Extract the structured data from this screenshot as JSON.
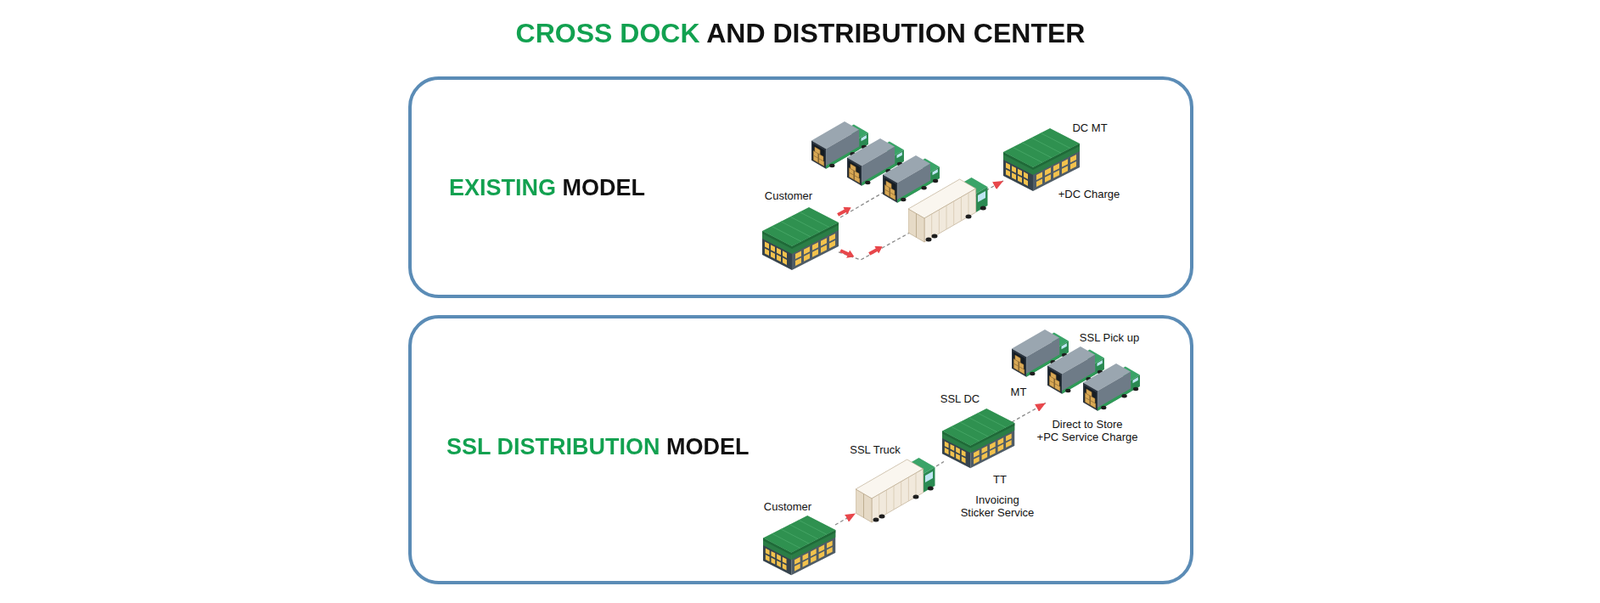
{
  "diagram": {
    "title": "CROSS DOCK AND DISTRIBUTION CENTER",
    "nodes": [
      {
        "text": [
          "EXISTING MODEL"
        ]
      },
      {
        "text": [
          "Customer"
        ],
        "in": 0
      },
      {
        "text": [
          "DC MT",
          "+DC Charge"
        ],
        "in": 0
      },
      {
        "text": [
          "SSL DISTRIBUTION MODEL"
        ]
      },
      {
        "text": [
          "Customer"
        ],
        "in": 3
      },
      {
        "text": [
          "SSL Truck"
        ],
        "in": 3
      },
      {
        "text": [
          "SSL DC",
          "TT",
          "Invoicing",
          "Sticker Service"
        ],
        "in": 3
      },
      {
        "text": [
          "SSL Pick up",
          "Direct to Store",
          "+PC Service Charge"
        ],
        "in": 3
      }
    ],
    "edges": [
      {
        "from": 1,
        "to": 2,
        "arrow": "to"
      },
      {
        "from": 4,
        "to": 5,
        "arrow": "to"
      },
      {
        "from": 5,
        "to": 6,
        "arrow": "none"
      },
      {
        "from": 6,
        "to": 7,
        "label": "MT",
        "arrow": "to"
      }
    ]
  }
}
